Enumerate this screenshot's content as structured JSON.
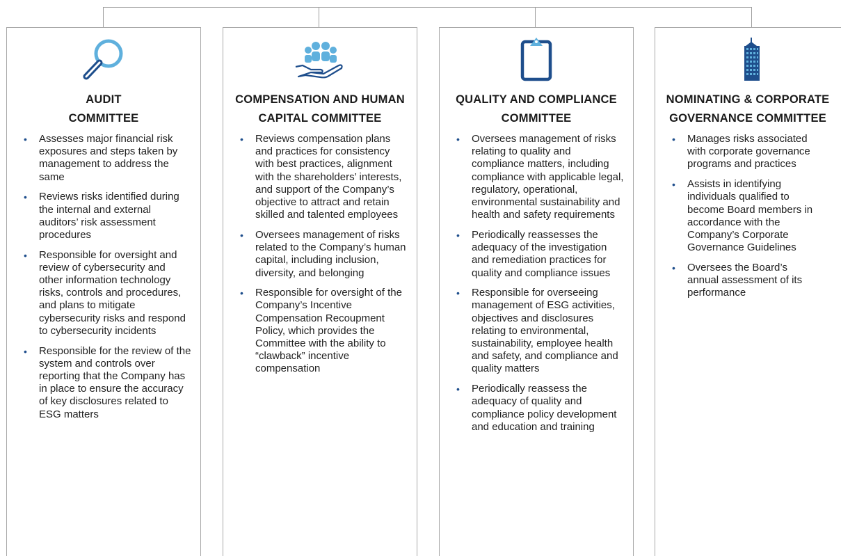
{
  "colors": {
    "accent": "#1e4e8c",
    "icon_light": "#5fb0dd",
    "line": "#9e9e9e"
  },
  "committees": [
    {
      "icon": "magnifying-glass-icon",
      "title_lines": [
        "AUDIT",
        "COMMITTEE"
      ],
      "items": [
        "Assesses major financial risk exposures and steps taken by management to address the same",
        "Reviews risks identified during the internal and external auditors’ risk assessment procedures",
        "Responsible for oversight and review of cybersecurity and other information technology risks, controls and procedures, and plans to mitigate cybersecurity risks and respond to cybersecurity incidents",
        "Responsible for the review of the system and controls over reporting that the Company has in place to ensure the accuracy of key disclosures related to ESG matters"
      ]
    },
    {
      "icon": "people-in-hand-icon",
      "title_lines": [
        "COMPENSATION AND HUMAN",
        "CAPITAL COMMITTEE"
      ],
      "items": [
        "Reviews compensation plans and practices for consistency with best practices, alignment with the shareholders’ interests, and support of the Company’s objective to attract and retain skilled and talented employees",
        "Oversees management of risks related to the Company’s human capital, including inclusion, diversity, and belonging",
        "Responsible for oversight of the Company’s Incentive Compensation Recoupment Policy, which provides the Committee with the ability to “clawback” incentive compensation"
      ]
    },
    {
      "icon": "clipboard-icon",
      "title_lines": [
        "QUALITY AND COMPLIANCE",
        "COMMITTEE"
      ],
      "items": [
        "Oversees management of risks relating to quality and compliance matters, including compliance with applicable legal, regulatory, operational, environmental sustainability and health and safety requirements",
        "Periodically reassesses the adequacy of the investigation and remediation practices for quality and compliance issues",
        "Responsible for overseeing management of ESG activities, objectives and disclosures relating to environmental, sustainability, employee health and safety, and compliance and quality matters",
        "Periodically reassess the adequacy of quality and compliance policy development and education and training"
      ]
    },
    {
      "icon": "office-building-icon",
      "title_lines": [
        "NOMINATING & CORPORATE",
        "GOVERNANCE COMMITTEE"
      ],
      "items": [
        "Manages risks associated with corporate governance programs and practices",
        "Assists in identifying individuals qualified to become Board members in accordance with the Company’s Corporate Governance Guidelines",
        "Oversees the Board’s annual assessment of its performance"
      ]
    }
  ]
}
